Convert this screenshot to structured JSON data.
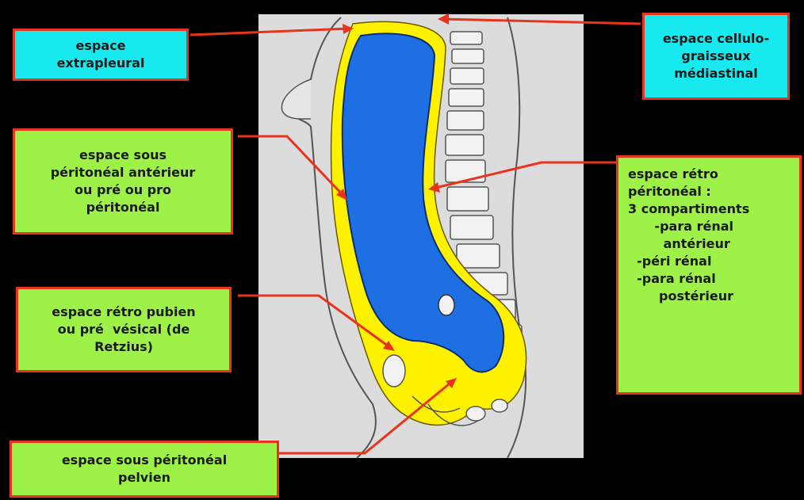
{
  "colors": {
    "background": "#000000",
    "panel": "#dcdcdc",
    "peritoneal_cavity": "#1d6fe3",
    "subperitoneal_space": "#fff200",
    "label_cyan": "#18e9ef",
    "label_green": "#9ef247",
    "label_border": "#e8331d",
    "arrow": "#e8331d"
  },
  "labels": {
    "extrapleural": [
      "espace",
      "extrapleural"
    ],
    "cellulo_graisseux": [
      "espace cellulo-",
      "graisseux",
      "médiastinal"
    ],
    "sous_peritoneal_anterieur": [
      "espace sous",
      "péritonéal antérieur",
      "ou pré ou pro",
      "péritonéal"
    ],
    "retro_peritoneal": [
      "espace rétro",
      "péritonéal :",
      "",
      "3 compartiments",
      "      -para rénal",
      "        antérieur",
      "  -péri rénal",
      "  -para rénal",
      "       postérieur"
    ],
    "retro_pubien": [
      "espace rétro pubien",
      "ou pré  vésical (de",
      "Retzius)"
    ],
    "sous_peritoneal_pelvien": [
      "espace sous péritonéal",
      "pelvien"
    ]
  }
}
